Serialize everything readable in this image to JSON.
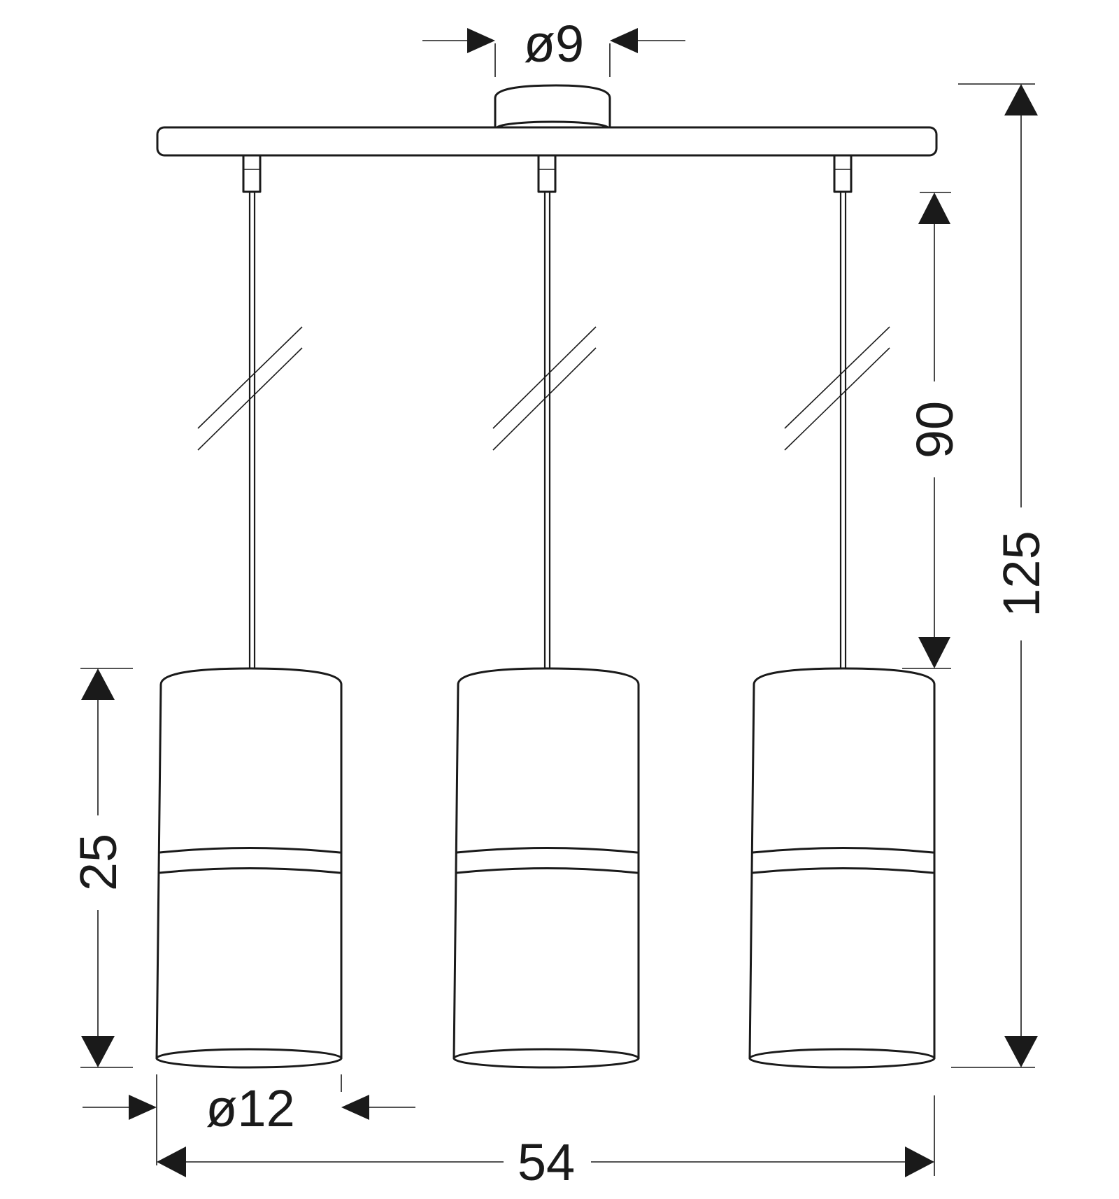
{
  "dimensions": {
    "canopy_diameter": "ø9",
    "shade_diameter": "ø12",
    "cable_length": "90",
    "total_height": "125",
    "shade_height": "25",
    "total_width": "54"
  },
  "colors": {
    "ink": "#1a1a1a",
    "background": "#ffffff"
  }
}
